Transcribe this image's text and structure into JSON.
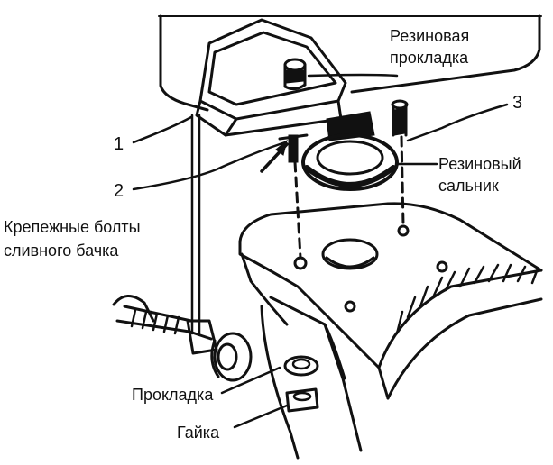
{
  "labels": {
    "gasket_top_line1": "Резиновая",
    "gasket_top_line2": "прокладка",
    "callout_3": "3",
    "callout_1": "1",
    "callout_2": "2",
    "seal_line1": "Резиновый",
    "seal_line2": "сальник",
    "bolts_line1": "Крепежные болты",
    "bolts_line2": "сливного бачка",
    "washer": "Прокладка",
    "nut": "Гайка"
  },
  "colors": {
    "ink": "#111111",
    "background": "#ffffff"
  }
}
